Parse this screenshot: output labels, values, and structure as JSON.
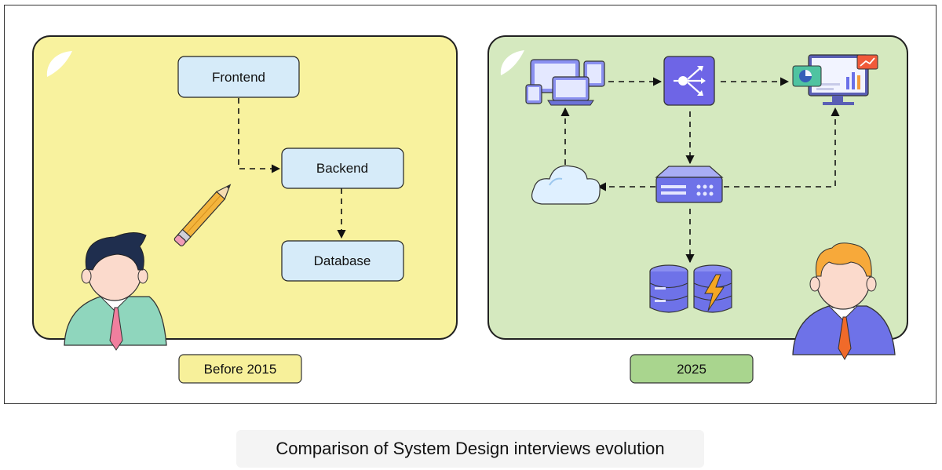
{
  "left_panel": {
    "nodes": [
      "Frontend",
      "Backend",
      "Database"
    ],
    "label": "Before 2015"
  },
  "right_panel": {
    "label": "2025"
  },
  "caption": "Comparison of System Design interviews evolution",
  "colors": {
    "left_bg": "#f8f29e",
    "right_bg": "#d5e9bf",
    "node_fill": "#d6ebf9",
    "left_label_fill": "#f7f09a",
    "right_label_fill": "#a9d58e",
    "router_fill": "#6e65e6",
    "server_fill": "#6e72e8"
  }
}
